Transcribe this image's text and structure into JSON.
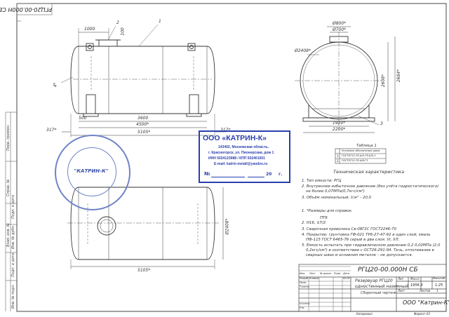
{
  "drawing": {
    "designation_top": "РГЦ20-00.000Н СБ",
    "designation_main": "РГЦ20-00.000Н СБ",
    "product_name_line1": "Резервуар РГЦ20",
    "product_name_line2": "одностенный наземный",
    "doc_type": "Сборочный чертеж",
    "mass": "1956.3",
    "scale": "1:25",
    "sheet_label": "Лист",
    "sheets_label": "Листов",
    "sheets_count": "1",
    "mass_label": "Масса",
    "scale_label": "Масштаб",
    "lit_label": "Лит.",
    "company": "ООО \"Катрин-К\"",
    "title_cols": [
      "Изм.",
      "Лист",
      "№ докум.",
      "Подп.",
      "Дата"
    ],
    "title_rows": [
      "Разраб.",
      "Пров.",
      "Т.контр.",
      "Н.контр.",
      "Утв."
    ],
    "developer": "Климов",
    "date": "02.05"
  },
  "dimensions": {
    "d1000": "1000",
    "d100": "100",
    "d500": "500",
    "d3600": "3600",
    "d4500": "4500*",
    "d5105": "5105*",
    "d5105b": "5105*",
    "d317a": "317*",
    "d317b": "317*",
    "d2408": "Ø2408*",
    "d2408b": "Ø2408*",
    "d800": "Ø800*",
    "d700": "Ø700*",
    "d1920": "1920*",
    "d2200": "2200*",
    "d2608": "2608*",
    "d2684": "2684*",
    "leader1": "1",
    "leader2": "2",
    "leader3": "3",
    "leader4": "4*"
  },
  "table1": {
    "title": "Таблица 1",
    "col_symbol": "Условные обозначения швов",
    "rows": [
      {
        "n": "1",
        "text": "ГОСТ8713-79-Ш4-Т9-Ш5,1"
      },
      {
        "n": "2",
        "text": "ГОСТ8713-79-Ш9-Г1"
      }
    ]
  },
  "specs": {
    "heading": "Техническая характеристика",
    "items": [
      "1. Тип емкости: РГЦ",
      "2. Внутреннее избыточное давление (без учёта гидростатического)",
      "не более 0,07МПа(0,7кгс/см²)",
      "3. Объём номинальный, V,м³ – 20,0",
      "1. *Размеры для справок.",
      "ПТ6",
      "2. Н16, ±Т/2",
      "3. Сварочная проволока Св-08Г2С ГОСТ2246-70",
      "4. Покрытие: грунтовка ГФ-021 ТУ6-27-47-92 в один слой; эмаль",
      "ПФ-115 ГОСТ 6465-76 серый в два слоя. VI, ХЛ.",
      "5. Емкость испытать при гидравлическом давлении 0,2 0,02МПа (2,0",
      "0,2кгс/см²) в соответствии с ОСТ26-291-94. Течь, отпотевание в",
      "сварных швах и основном металле – не допускается."
    ]
  },
  "stamp": {
    "company": "ООО «КАТРИН-К»",
    "line1": "143402, Московская область,",
    "line2": "г. Красногорск, ул. Пионерская, дом 1",
    "line3": "ИНН 5024123988 / КПП 502401001",
    "line4": "E-mail: katrin-metall@yandex.ru",
    "number_sign": "№",
    "date_tail": "20",
    "date_suffix": "г."
  },
  "seal": {
    "name": "\"КАТРИН-К\""
  },
  "margin_labels": [
    "Перв. примен.",
    "Справ. №",
    "Подп. и дата",
    "Инв. № дубл.",
    "Взам. инв. №",
    "Подп. и дата",
    "Инв. № подл."
  ],
  "footer": {
    "copied": "Копировал",
    "format": "Формат А3"
  }
}
